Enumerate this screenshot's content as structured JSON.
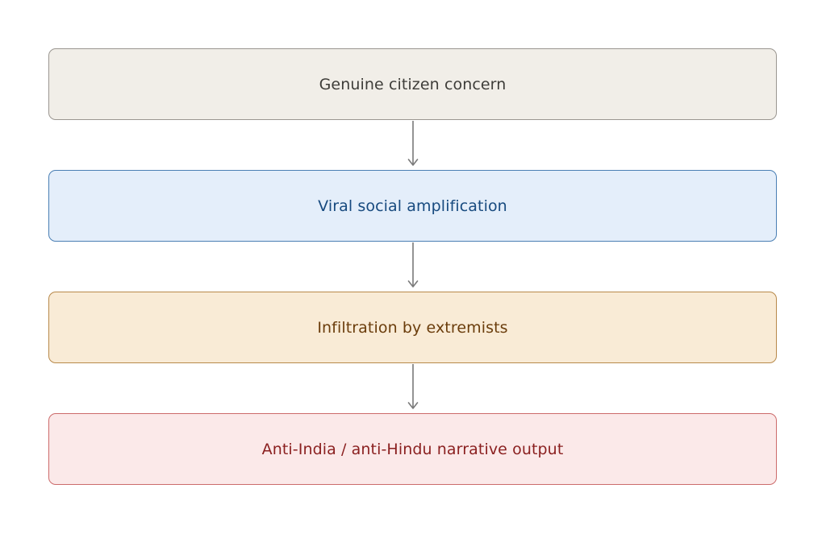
{
  "stages": [
    {
      "label": "Genuine citizen concern",
      "bg": "#f1eee8",
      "border": "#9a9690",
      "text": "#3e3d39"
    },
    {
      "label": "Viral social amplification",
      "bg": "#e4eefa",
      "border": "#4a7fb4",
      "text": "#174a7f"
    },
    {
      "label": "Infiltration by extremists",
      "bg": "#f9ebd6",
      "border": "#b8894a",
      "text": "#6b3d0c"
    },
    {
      "label": "Anti-India / anti-Hindu narrative output",
      "bg": "#fbe9e9",
      "border": "#cc6b6b",
      "text": "#8a1f1f"
    }
  ],
  "connector_color": "#7a7a7a"
}
